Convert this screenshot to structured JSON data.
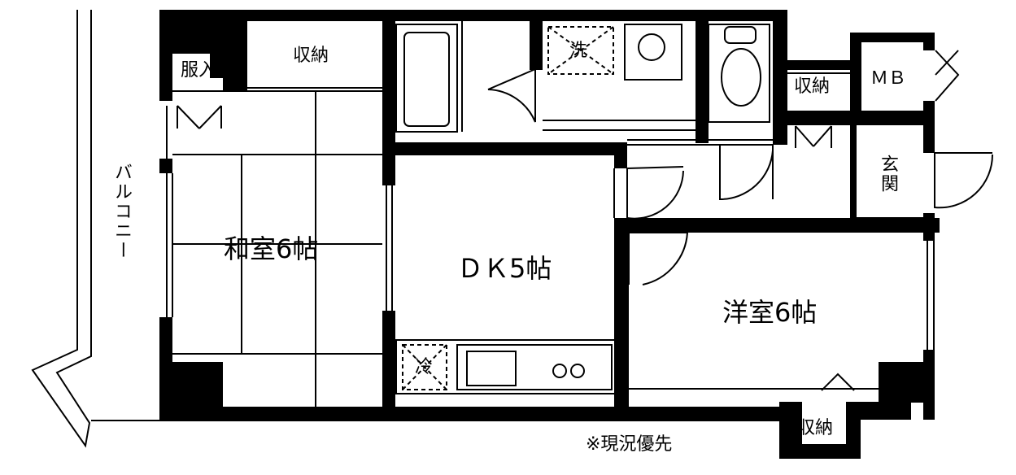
{
  "rooms": {
    "washitsu": "和室6帖",
    "dk": "ＤＫ5帖",
    "youshitsu": "洋室6帖",
    "balcony": "バルコニー",
    "genkan": "玄関"
  },
  "storage": {
    "fukuire": "服入",
    "top": "収納",
    "hall": "収納",
    "bottom": "収納",
    "mb": "ＭＢ"
  },
  "fixtures": {
    "washer": "洗",
    "fridge": "冷"
  },
  "note": "※現況優先"
}
